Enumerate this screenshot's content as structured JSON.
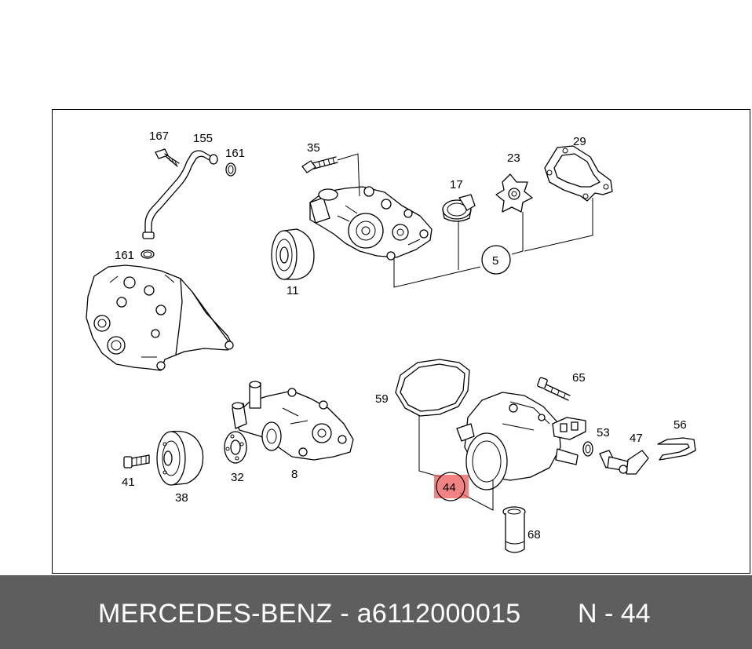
{
  "footer": {
    "brand_part": "MERCEDES-BENZ - a6112000015",
    "position": "N - 44"
  },
  "highlight_color": "#ee5a5a",
  "labels": {
    "l167": "167",
    "l155": "155",
    "l161a": "161",
    "l161b": "161",
    "l35": "35",
    "l29": "29",
    "l23": "23",
    "l17": "17",
    "l5": "5",
    "l11": "11",
    "l59": "59",
    "l65": "65",
    "l53": "53",
    "l47": "47",
    "l56": "56",
    "l44": "44",
    "l68": "68",
    "l41": "41",
    "l38": "38",
    "l32": "32",
    "l8": "8"
  }
}
